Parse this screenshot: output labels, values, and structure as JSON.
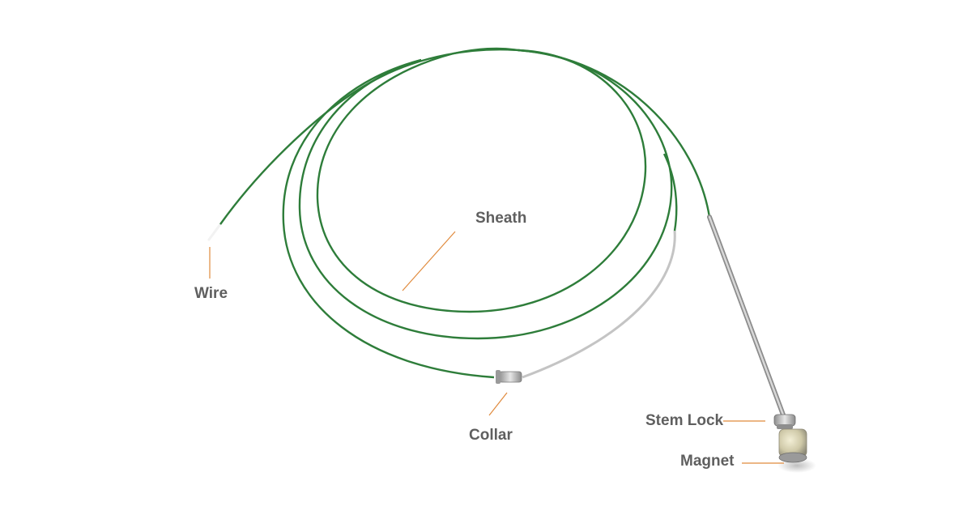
{
  "diagram": {
    "labels": {
      "sheath": "Sheath",
      "wire": "Wire",
      "collar": "Collar",
      "stem_lock": "Stem Lock",
      "magnet": "Magnet"
    },
    "colors": {
      "sheath_green": "#2e7d3a",
      "sheath_green_dark": "#1f5e2a",
      "metal_gray": "#b9b9b9",
      "leader_orange": "#e08a3c",
      "label_gray": "#5f5f5f"
    }
  }
}
